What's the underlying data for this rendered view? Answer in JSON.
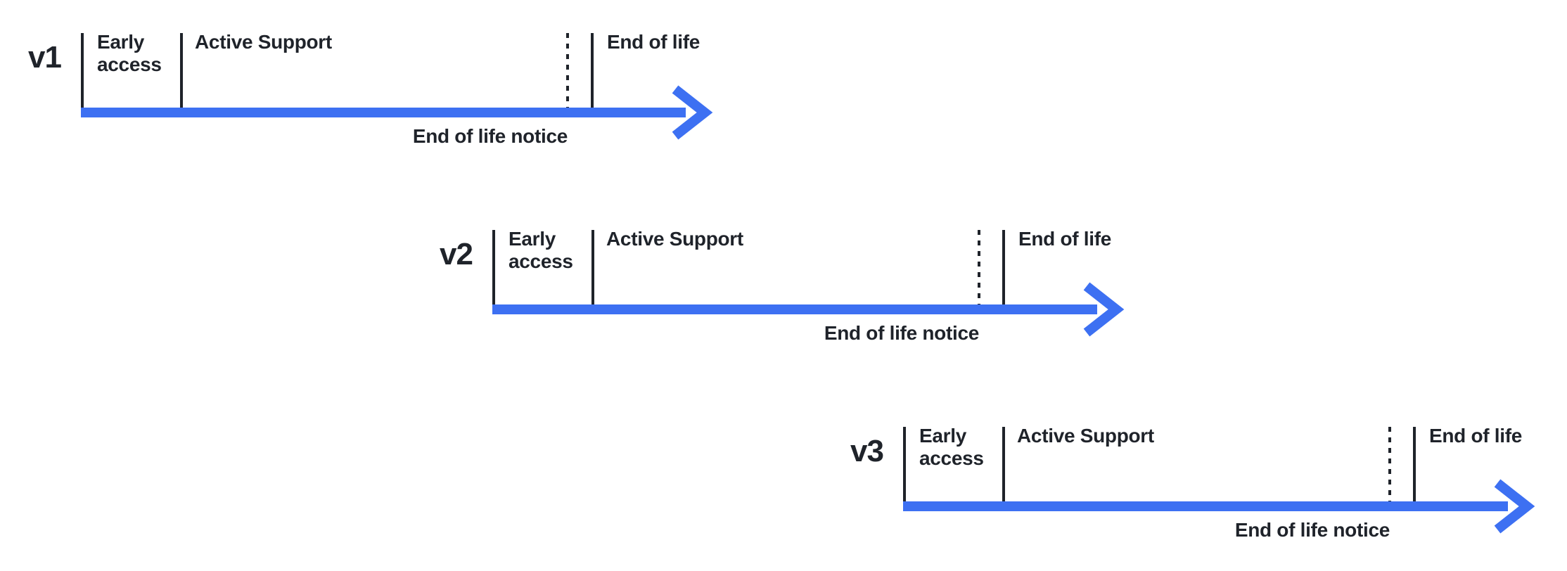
{
  "colors": {
    "background": "#FFFFFF",
    "ink": "#1F232A",
    "arrow": "#3D70F2"
  },
  "timelines": [
    {
      "version": "v1",
      "phases": {
        "early_access": "Early access",
        "active_support": "Active Support",
        "end_of_life": "End of life"
      },
      "notice": "End of life notice"
    },
    {
      "version": "v2",
      "phases": {
        "early_access": "Early access",
        "active_support": "Active Support",
        "end_of_life": "End of life"
      },
      "notice": "End of life notice"
    },
    {
      "version": "v3",
      "phases": {
        "early_access": "Early access",
        "active_support": "Active Support",
        "end_of_life": "End of life"
      },
      "notice": "End of life notice"
    }
  ]
}
